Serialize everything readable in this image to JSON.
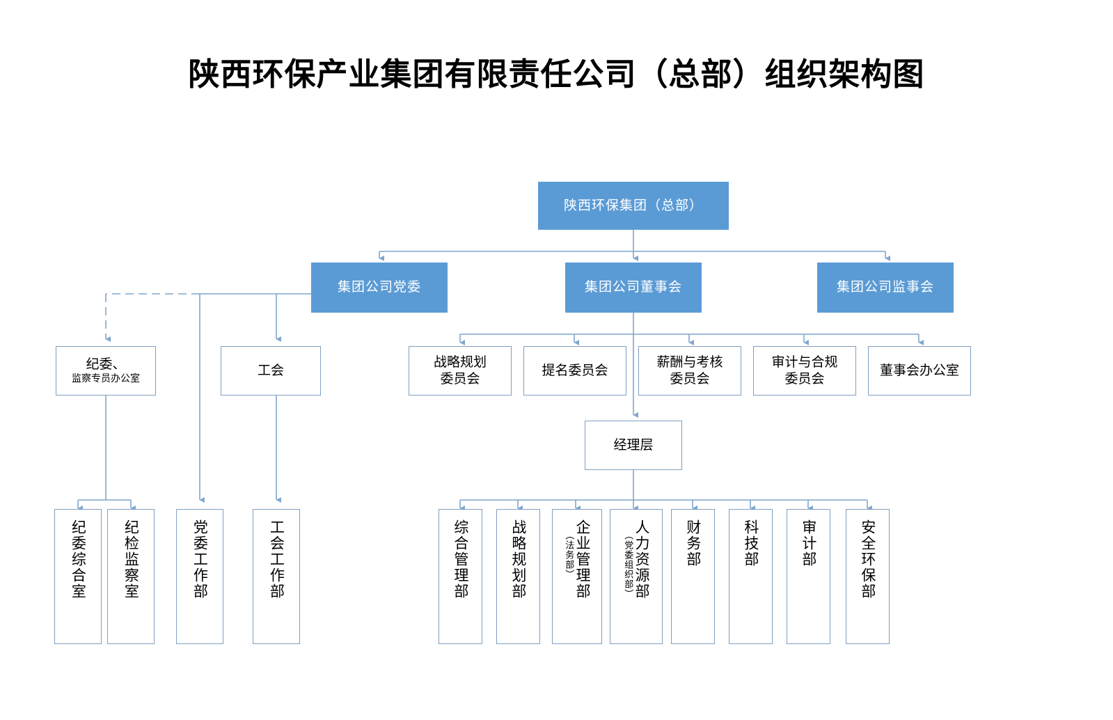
{
  "title": "陕西环保产业集团有限责任公司（总部）组织架构图",
  "theme": {
    "accent": "#5B9BD5",
    "box_border": "#7F9FC0",
    "connector": "#7FA6CE",
    "text_on_accent": "#FFFFFF",
    "text": "#000000",
    "background": "#FFFFFF"
  },
  "root": {
    "label": "陕西环保集团（总部）"
  },
  "level2": [
    {
      "label": "集团公司党委"
    },
    {
      "label": "集团公司董事会"
    },
    {
      "label": "集团公司监事会"
    }
  ],
  "party_branch": {
    "discipline": {
      "line1": "纪委、",
      "line2": "监察专员办公室"
    },
    "union": {
      "label": "工会"
    },
    "discipline_children": [
      {
        "label": "纪委综合室"
      },
      {
        "label": "纪检监察室"
      }
    ],
    "party_work_dept": {
      "label": "党委工作部"
    },
    "union_work_dept": {
      "label": "工会工作部"
    }
  },
  "board_committees": [
    {
      "line1": "战略规划",
      "line2": "委员会"
    },
    {
      "line1": "提名委员会",
      "line2": ""
    },
    {
      "line1": "薪酬与考核",
      "line2": "委员会"
    },
    {
      "line1": "审计与合规",
      "line2": "委员会"
    },
    {
      "line1": "董事会办公室",
      "line2": ""
    }
  ],
  "management": {
    "label": "经理层"
  },
  "departments": [
    {
      "main": "综合管理部",
      "note": ""
    },
    {
      "main": "战略规划部",
      "note": ""
    },
    {
      "main": "企业管理部",
      "note": "（法务部）"
    },
    {
      "main": "人力资源部",
      "note": "（党委组织部）"
    },
    {
      "main": "财务部",
      "note": ""
    },
    {
      "main": "科技部",
      "note": ""
    },
    {
      "main": "审计部",
      "note": ""
    },
    {
      "main": "安全环保部",
      "note": ""
    }
  ]
}
